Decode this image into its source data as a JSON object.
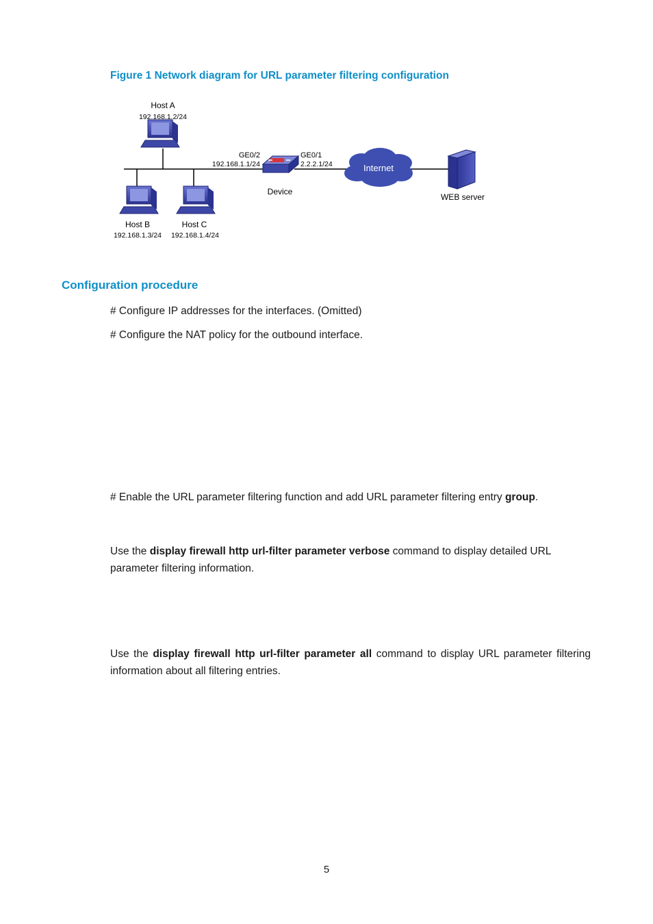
{
  "figure": {
    "caption": "Figure 1 Network diagram for URL parameter filtering configuration",
    "host_a": {
      "name": "Host A",
      "ip": "192.168.1.2/24"
    },
    "host_b": {
      "name": "Host B",
      "ip": "192.168.1.3/24"
    },
    "host_c": {
      "name": "Host C",
      "ip": "192.168.1.4/24"
    },
    "device": {
      "name": "Device",
      "left_port": "GE0/2",
      "left_ip": "192.168.1.1/24",
      "right_port": "GE0/1",
      "right_ip": "2.2.2.1/24"
    },
    "internet_label": "Internet",
    "web_server_label": "WEB server"
  },
  "section": {
    "heading": "Configuration procedure"
  },
  "steps": {
    "step1": "# Configure IP addresses for the interfaces. (Omitted)",
    "step2": "# Configure the NAT policy for the outbound interface.",
    "step3_prefix": "# Enable the URL parameter filtering function and add URL parameter filtering entry ",
    "step3_bold": "group",
    "step3_suffix": "."
  },
  "verbose": {
    "prefix": "Use the ",
    "command": "display firewall http url-filter parameter verbose",
    "suffix": " command to display detailed URL parameter filtering information."
  },
  "all": {
    "prefix": "Use the ",
    "command": "display firewall http url-filter parameter all",
    "suffix": " command to display URL parameter filtering information about all filtering entries."
  },
  "page_number": "5",
  "colors": {
    "accent": "#0f8fc8",
    "cloud": "#3e4fb1",
    "computer": "#3d47a8"
  }
}
